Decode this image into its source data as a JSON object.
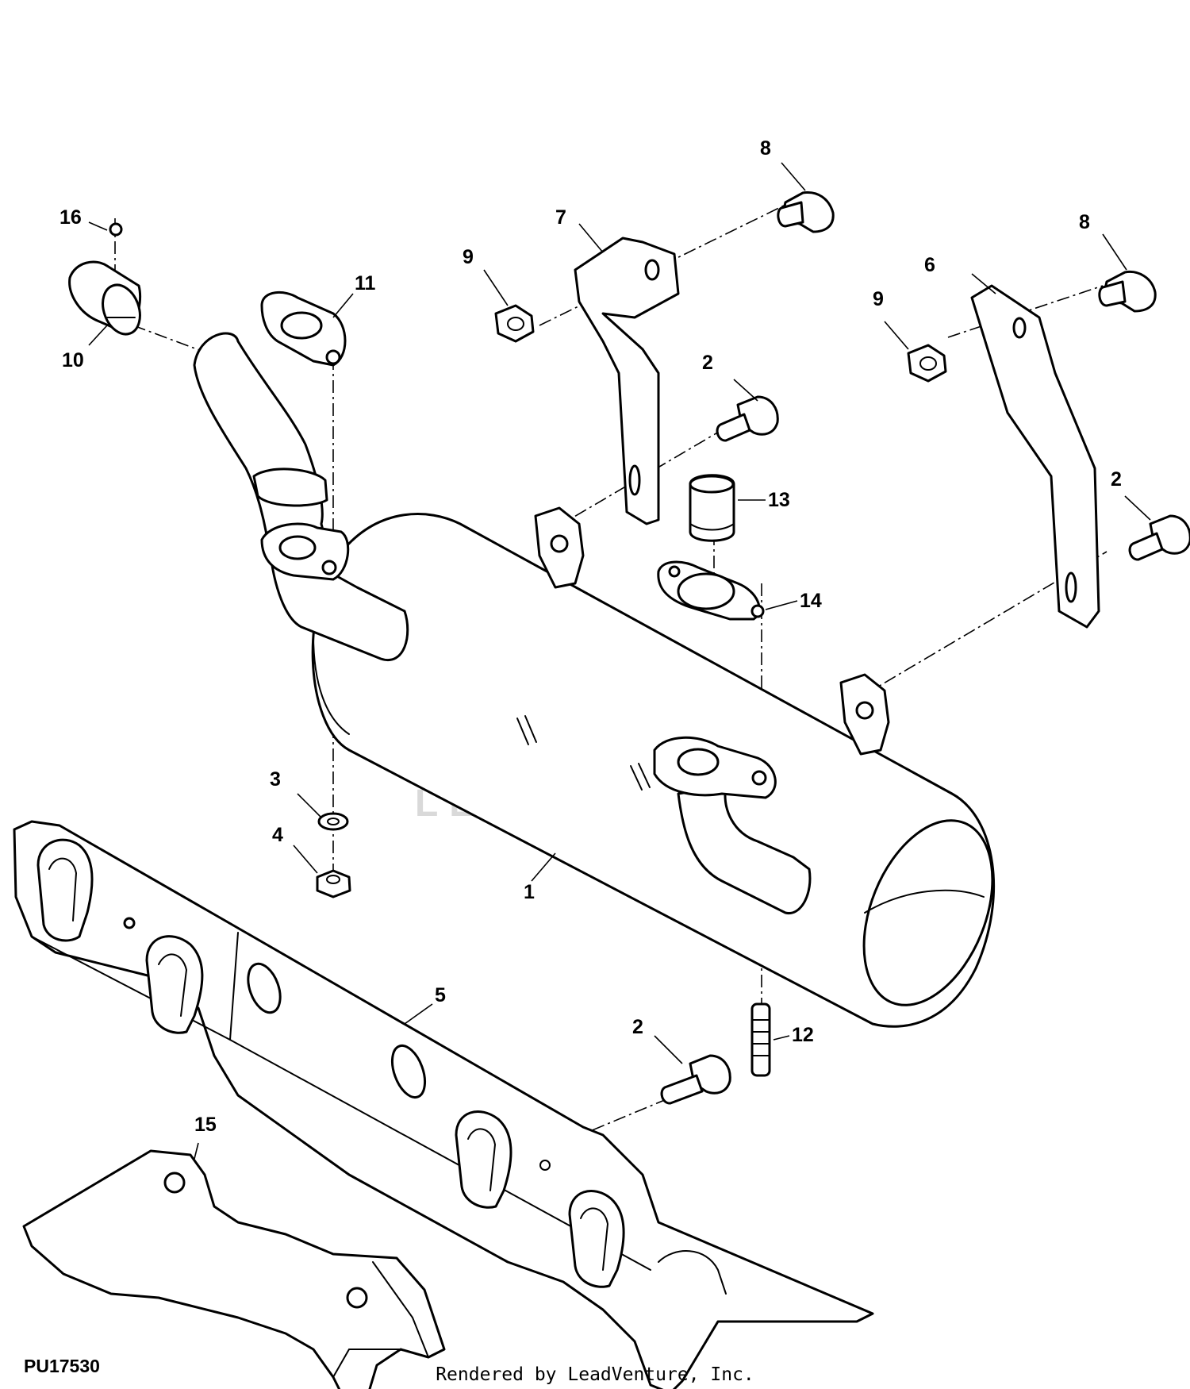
{
  "diagram": {
    "id_code": "PU17530",
    "credit": "Rendered by LeadVenture, Inc.",
    "watermark": "LEADVENTURE"
  },
  "callouts": {
    "c1": "1",
    "c2a": "2",
    "c2b": "2",
    "c2c": "2",
    "c2d": "2",
    "c3": "3",
    "c4": "4",
    "c5": "5",
    "c6": "6",
    "c7": "7",
    "c8a": "8",
    "c8b": "8",
    "c9a": "9",
    "c9b": "9",
    "c10": "10",
    "c11": "11",
    "c12": "12",
    "c13": "13",
    "c14": "14",
    "c15": "15",
    "c16": "16"
  }
}
